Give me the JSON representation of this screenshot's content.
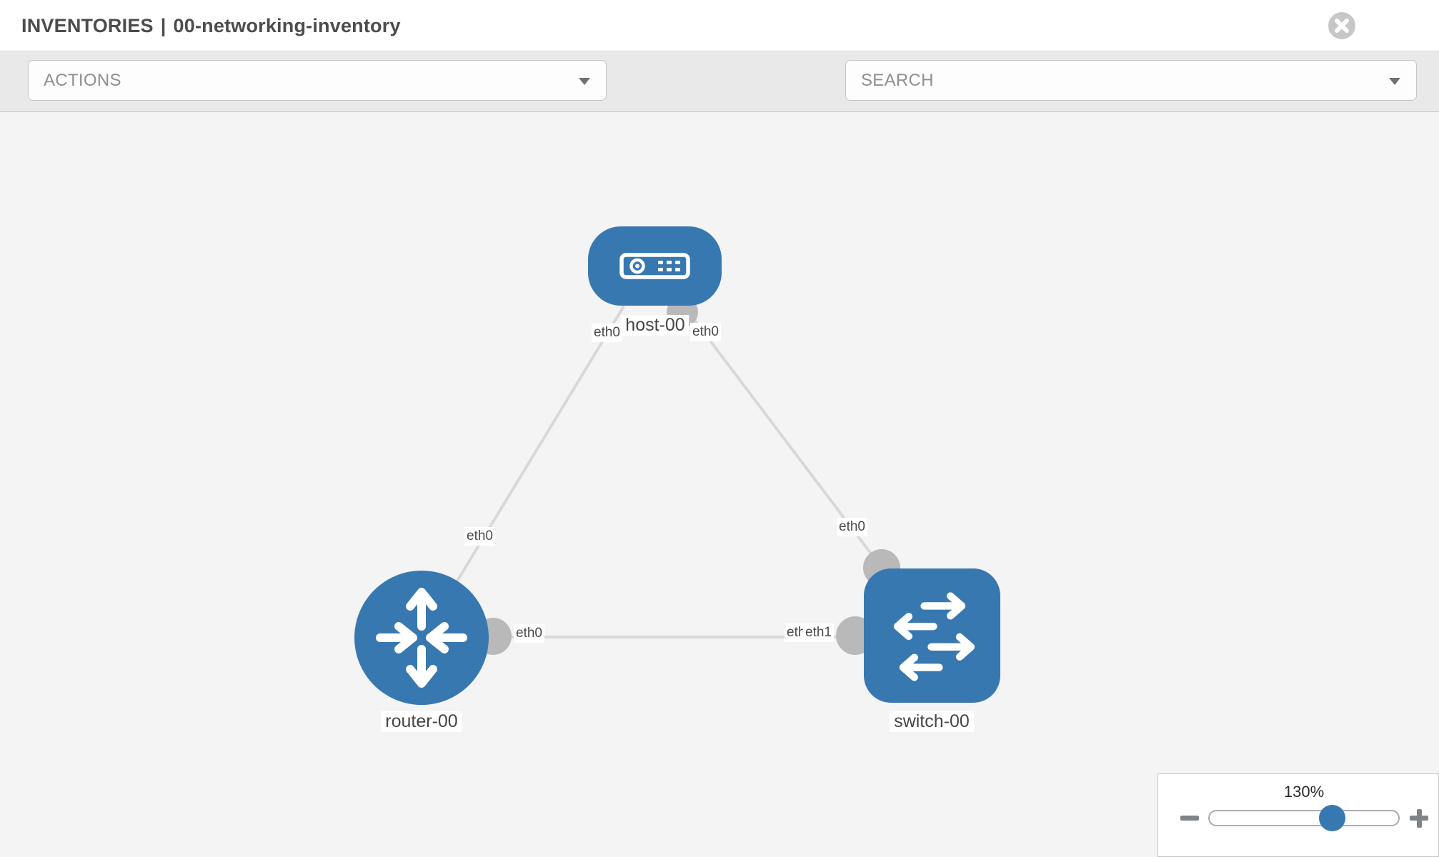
{
  "header": {
    "title_primary": "INVENTORIES",
    "title_separator": "|",
    "title_secondary": "00-networking-inventory"
  },
  "toolbar": {
    "actions_label": "ACTIONS",
    "search_placeholder": "SEARCH"
  },
  "icons": {
    "close": "x-circle",
    "actions_caret": "chevron-down",
    "configure": "wrench",
    "credentials": "key",
    "search_caret": "chevron-down",
    "zoom_out": "minus",
    "zoom_in": "plus",
    "host_node": "server",
    "router_node": "router-crossed-arrows",
    "switch_node": "switch-exchange-arrows"
  },
  "topology": {
    "nodes": [
      {
        "name": "host-00",
        "type": "host"
      },
      {
        "name": "router-00",
        "type": "router"
      },
      {
        "name": "switch-00",
        "type": "switch"
      }
    ],
    "links": [
      {
        "from": "host-00",
        "to": "router-00",
        "from_label": "eth0",
        "to_label": "eth0"
      },
      {
        "from": "host-00",
        "to": "switch-00",
        "from_label": "eth0",
        "to_label": "eth0"
      },
      {
        "from": "router-00",
        "to": "switch-00",
        "from_label": "eth0",
        "to_label": "eth1",
        "to_label_overlapped": "eth0"
      }
    ]
  },
  "zoom_control": {
    "level": "130%",
    "percent": 130
  },
  "colors": {
    "node_blue": "#3878b1",
    "canvas_bg": "#f4f4f4",
    "toolbar_bg": "#e9e9e9",
    "link_gray": "#d8d8d8",
    "interface_gray": "#b9b9b9",
    "label_text": "#4a4a4a",
    "title_text": "#4c4c4c"
  }
}
